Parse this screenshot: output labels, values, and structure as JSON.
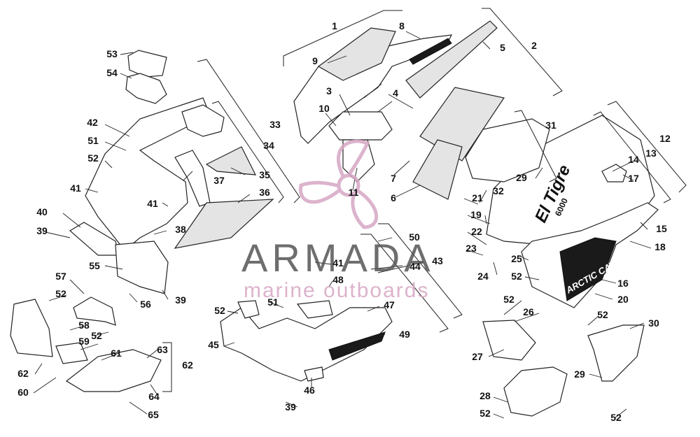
{
  "diagram": {
    "callouts": [
      {
        "n": "1"
      },
      {
        "n": "2"
      },
      {
        "n": "3"
      },
      {
        "n": "4"
      },
      {
        "n": "5"
      },
      {
        "n": "6"
      },
      {
        "n": "7"
      },
      {
        "n": "8"
      },
      {
        "n": "9"
      },
      {
        "n": "10"
      },
      {
        "n": "11"
      },
      {
        "n": "12"
      },
      {
        "n": "13"
      },
      {
        "n": "14"
      },
      {
        "n": "15"
      },
      {
        "n": "16"
      },
      {
        "n": "17"
      },
      {
        "n": "18"
      },
      {
        "n": "19"
      },
      {
        "n": "20"
      },
      {
        "n": "21"
      },
      {
        "n": "22"
      },
      {
        "n": "23"
      },
      {
        "n": "24"
      },
      {
        "n": "25"
      },
      {
        "n": "52"
      },
      {
        "n": "26"
      },
      {
        "n": "52"
      },
      {
        "n": "27"
      },
      {
        "n": "28"
      },
      {
        "n": "52"
      },
      {
        "n": "29"
      },
      {
        "n": "30"
      },
      {
        "n": "52"
      },
      {
        "n": "29"
      },
      {
        "n": "52"
      },
      {
        "n": "31"
      },
      {
        "n": "32"
      },
      {
        "n": "33"
      },
      {
        "n": "34"
      },
      {
        "n": "35"
      },
      {
        "n": "36"
      },
      {
        "n": "37"
      },
      {
        "n": "38"
      },
      {
        "n": "39"
      },
      {
        "n": "39"
      },
      {
        "n": "39"
      },
      {
        "n": "40"
      },
      {
        "n": "41"
      },
      {
        "n": "41"
      },
      {
        "n": "41"
      },
      {
        "n": "42"
      },
      {
        "n": "43"
      },
      {
        "n": "44"
      },
      {
        "n": "45"
      },
      {
        "n": "46"
      },
      {
        "n": "47"
      },
      {
        "n": "48"
      },
      {
        "n": "49"
      },
      {
        "n": "50"
      },
      {
        "n": "51"
      },
      {
        "n": "51"
      },
      {
        "n": "52"
      },
      {
        "n": "52"
      },
      {
        "n": "52"
      },
      {
        "n": "52"
      },
      {
        "n": "53"
      },
      {
        "n": "54"
      },
      {
        "n": "55"
      },
      {
        "n": "56"
      },
      {
        "n": "57"
      },
      {
        "n": "58"
      },
      {
        "n": "59"
      },
      {
        "n": "60"
      },
      {
        "n": "61"
      },
      {
        "n": "62"
      },
      {
        "n": "62"
      },
      {
        "n": "63"
      },
      {
        "n": "64"
      },
      {
        "n": "65"
      }
    ],
    "decals": {
      "side_logo": "El Tigre",
      "side_model": "6000",
      "brand": "ARCTIC CAT"
    }
  },
  "watermark": {
    "brand": "ARMADA",
    "tagline": "marine outboards",
    "color": "#d7a6c4"
  }
}
